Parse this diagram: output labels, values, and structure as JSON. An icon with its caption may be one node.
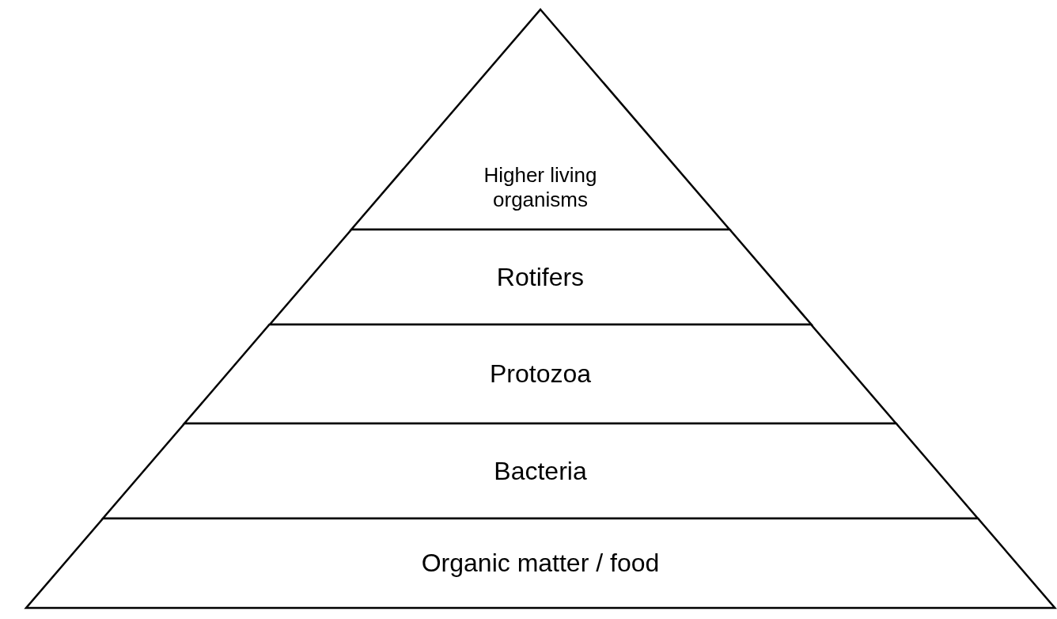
{
  "diagram": {
    "nodes": [
      {
        "text": [
          "Higher living organisms"
        ]
      },
      {
        "text": [
          "Rotifers"
        ]
      },
      {
        "text": [
          "Protozoa"
        ]
      },
      {
        "text": [
          "Bacteria"
        ]
      },
      {
        "text": [
          "Organic matter / food"
        ]
      }
    ]
  }
}
